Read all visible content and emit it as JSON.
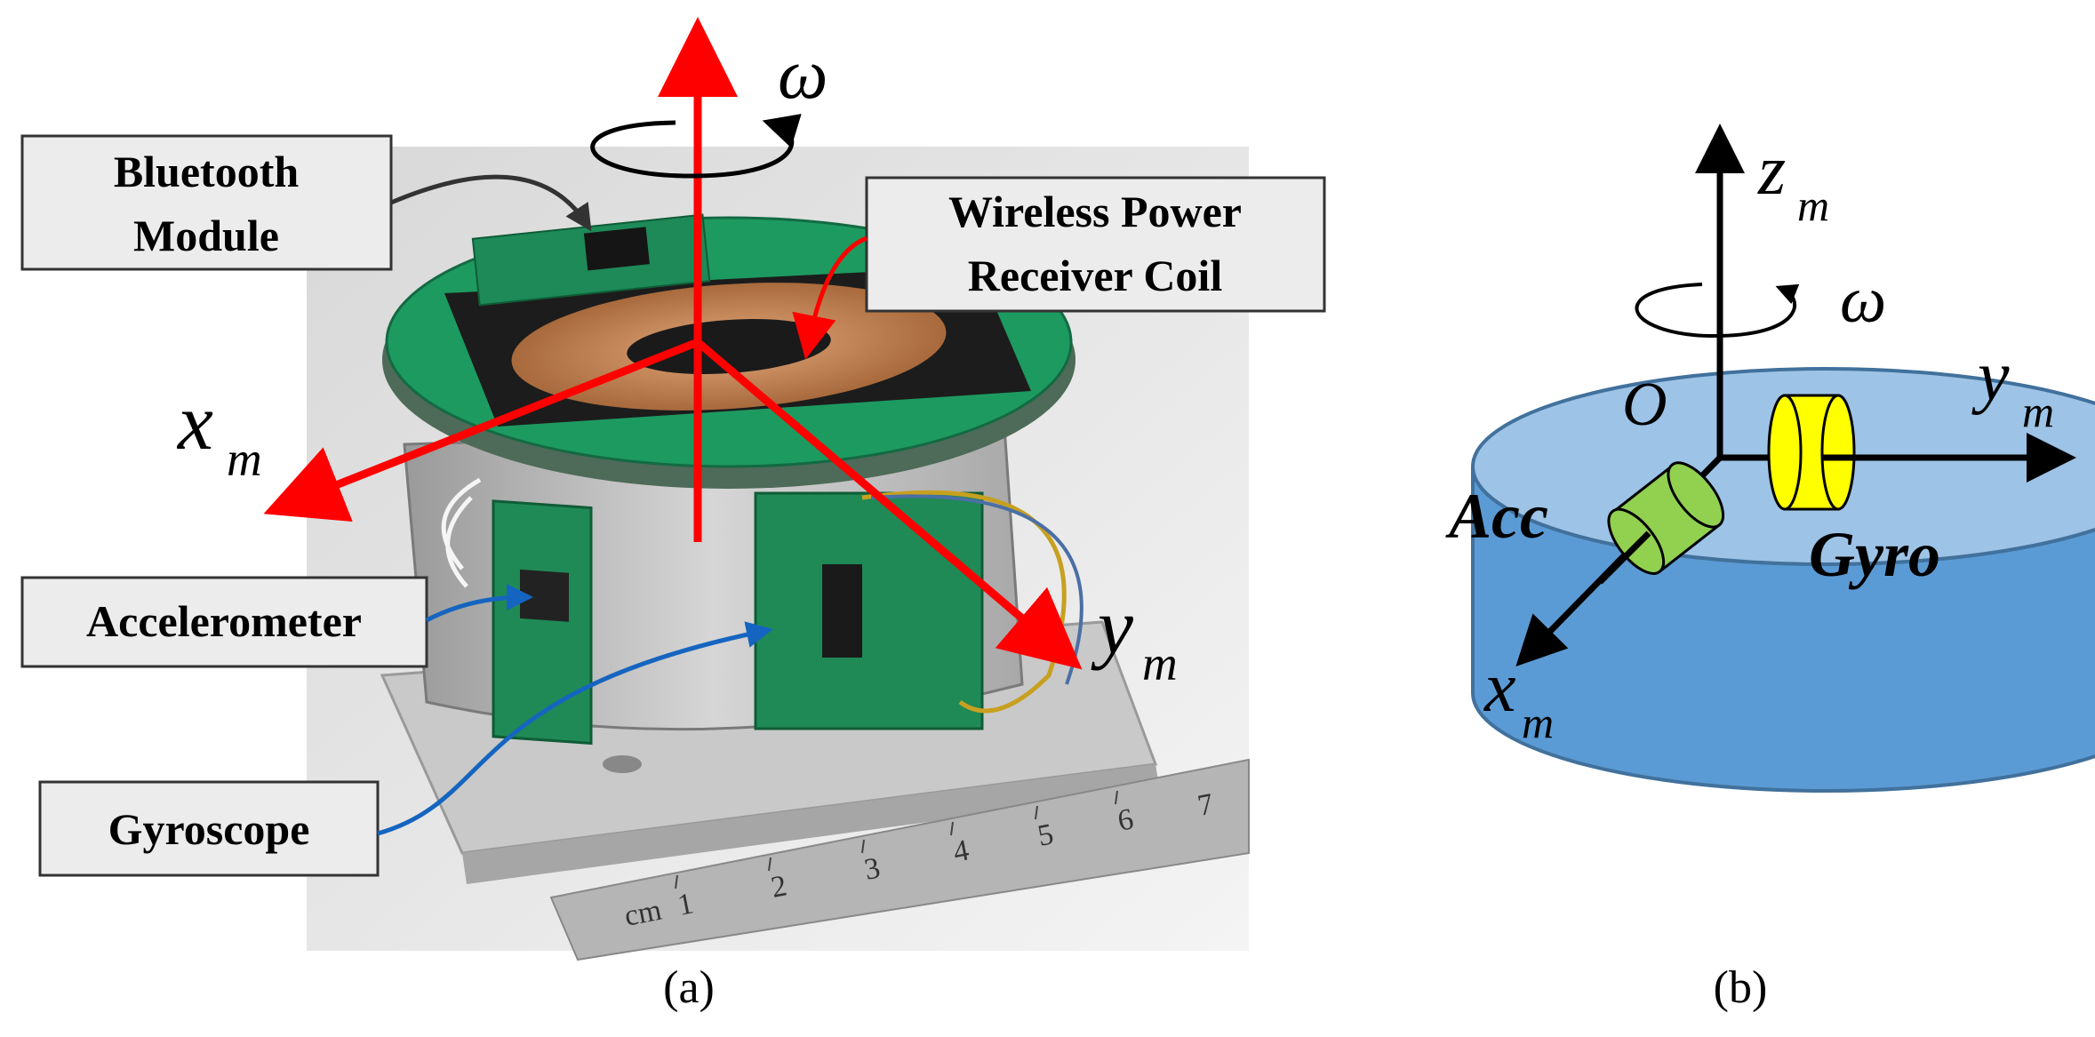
{
  "panel_a": {
    "caption": "(a)",
    "labels": {
      "bluetooth_line1": "Bluetooth",
      "bluetooth_line2": "Module",
      "wireless_line1": "Wireless Power",
      "wireless_line2": "Receiver Coil",
      "accelerometer": "Accelerometer",
      "gyroscope": "Gyroscope"
    },
    "axes": {
      "omega": "ω",
      "x": "x",
      "x_sub": "m",
      "y": "y",
      "y_sub": "m"
    },
    "ruler_digits": [
      "cm",
      "1",
      "2",
      "3",
      "4",
      "5",
      "6",
      "7"
    ]
  },
  "panel_b": {
    "caption": "(b)",
    "axes": {
      "z": "z",
      "z_sub": "m",
      "y": "y",
      "y_sub": "m",
      "x": "x",
      "x_sub": "m",
      "omega": "ω",
      "origin": "O"
    },
    "sensors": {
      "acc": "Acc",
      "gyro": "Gyro"
    }
  },
  "colors": {
    "axis_red": "#ff0000",
    "callout_blue": "#1565c0",
    "callout_dark": "#333333",
    "pcb_green": "#1a8a5a",
    "coil_copper": "#c8895a",
    "cylinder_side": "#5b9bd5",
    "cylinder_top": "#9dc3e6",
    "acc_green": "#92d050",
    "gyro_yellow": "#ffff00"
  }
}
